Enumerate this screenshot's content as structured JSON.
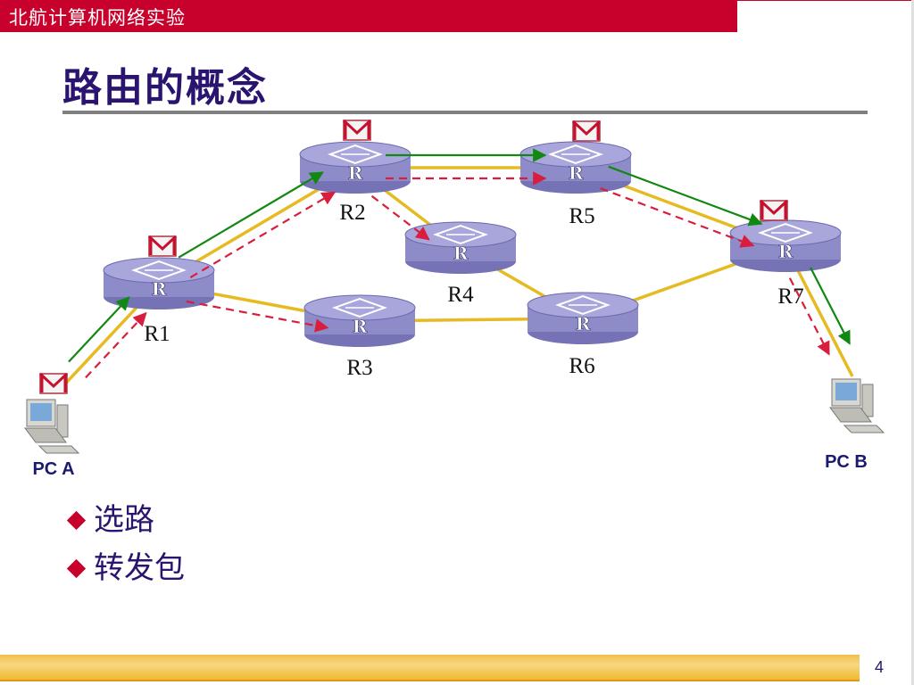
{
  "header": {
    "title": "北航计算机网络实验"
  },
  "slide": {
    "title": "路由的概念"
  },
  "colors": {
    "physical_link": "#e6bb22",
    "route_path": "#118811",
    "packet_path": "#d81e3c",
    "router_body": "#8e8cc8",
    "router_top": "#a8a6da",
    "router_side": "#7573b5",
    "accent": "#c8002c"
  },
  "diagram": {
    "router_glyph": "R",
    "routers": [
      {
        "id": "R1",
        "label": "R1"
      },
      {
        "id": "R2",
        "label": "R2"
      },
      {
        "id": "R3",
        "label": "R3"
      },
      {
        "id": "R4",
        "label": "R4"
      },
      {
        "id": "R5",
        "label": "R5"
      },
      {
        "id": "R6",
        "label": "R6"
      },
      {
        "id": "R7",
        "label": "R7"
      }
    ],
    "hosts": [
      {
        "id": "PCA",
        "label": "PC A",
        "icon": "desktop-computer-icon"
      },
      {
        "id": "PCB",
        "label": "PC B",
        "icon": "desktop-computer-icon"
      }
    ],
    "links": [
      [
        "PCA",
        "R1"
      ],
      [
        "R1",
        "R2"
      ],
      [
        "R1",
        "R3"
      ],
      [
        "R2",
        "R5"
      ],
      [
        "R2",
        "R4"
      ],
      [
        "R4",
        "R6"
      ],
      [
        "R3",
        "R6"
      ],
      [
        "R5",
        "R7"
      ],
      [
        "R6",
        "R7"
      ],
      [
        "R7",
        "PCB"
      ]
    ],
    "route_path": [
      "PCA",
      "R1",
      "R2",
      "R5",
      "R7",
      "PCB"
    ],
    "packet_path": [
      "PCA",
      "R1",
      "R2",
      "R5",
      "R7",
      "PCB"
    ],
    "extra_packet_hops": [
      [
        "R1",
        "R3"
      ],
      [
        "R2",
        "R4"
      ]
    ],
    "packet_icons": [
      "PCA",
      "R1",
      "R2",
      "R5",
      "R7"
    ],
    "packet_icon_name": "envelope-icon"
  },
  "bullets": [
    {
      "text": "选路"
    },
    {
      "text": "转发包"
    }
  ],
  "footer": {
    "page_number": "4"
  }
}
